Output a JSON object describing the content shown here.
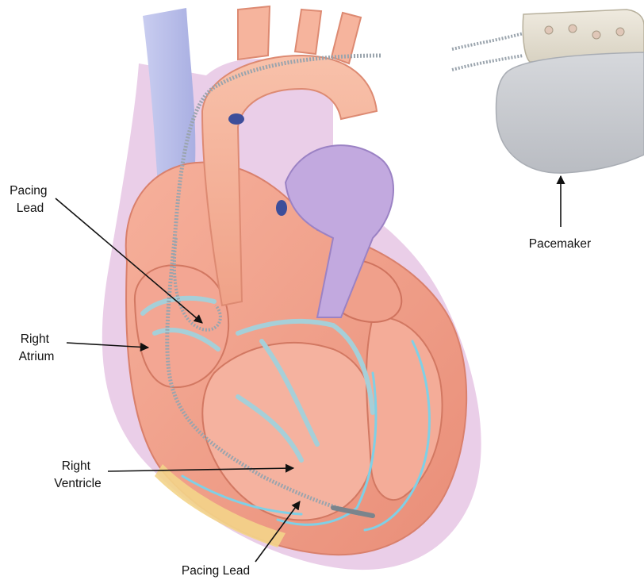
{
  "labels": {
    "pacing_lead_top": [
      "Pacing",
      "Lead"
    ],
    "right_atrium": [
      "Right",
      "Atrium"
    ],
    "right_ventricle": [
      "Right",
      "Ventricle"
    ],
    "pacing_lead_bottom": "Pacing Lead",
    "pacemaker": "Pacemaker"
  },
  "colors": {
    "myocardium": "#f2a38d",
    "myocardium_dark": "#e07a66",
    "chamber": "#f6b8a4",
    "aorta": "#f7b39b",
    "vein": "#b7bde9",
    "pericardium": "#d7b3dc",
    "conduction": "#a6cfd8",
    "purkinje": "#7fd0e6",
    "lead": "#9aa4ad",
    "pacemaker_body": "#c9ccd1",
    "pacemaker_header": "#e6e2d6",
    "fat": "#f3d48a",
    "arrow": "#111111"
  }
}
